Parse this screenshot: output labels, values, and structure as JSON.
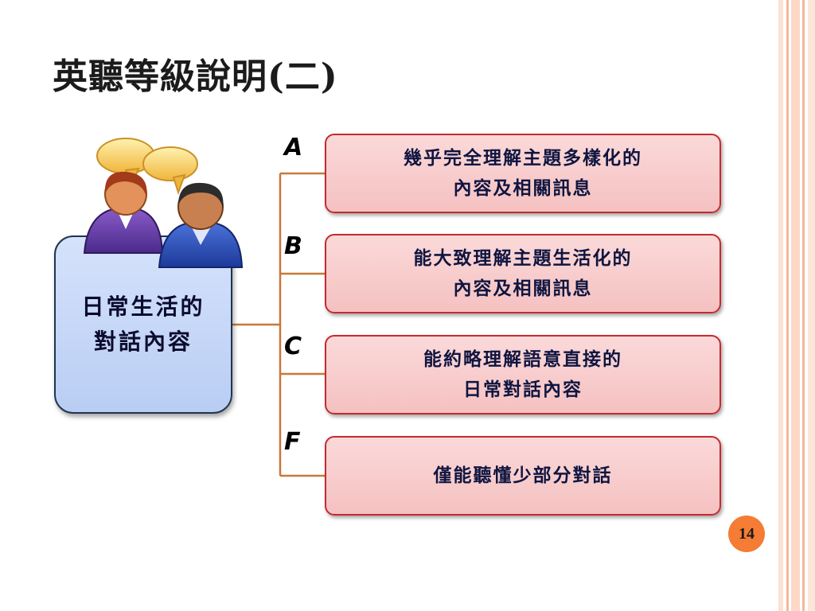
{
  "slide": {
    "title": "英聽等級說明(二)",
    "page_number": "14"
  },
  "topic": {
    "label": "日常生活的\n對話內容",
    "icon": "two-people-talking-icon"
  },
  "levels": [
    {
      "grade": "A",
      "description": "幾乎完全理解主題多樣化的\n內容及相關訊息"
    },
    {
      "grade": "B",
      "description": "能大致理解主題生活化的\n內容及相關訊息"
    },
    {
      "grade": "C",
      "description": "能約略理解語意直接的\n日常對話內容"
    },
    {
      "grade": "F",
      "description": "僅能聽懂少部分對話"
    }
  ],
  "colors": {
    "accent_orange": "#f47c34",
    "connector": "#c8793a",
    "level_fill": "#f8cccc",
    "level_border": "#c42a2f",
    "topic_fill": "#c6d7f7",
    "topic_border": "#1f3550",
    "side_stripes": "#f5c3a8"
  }
}
